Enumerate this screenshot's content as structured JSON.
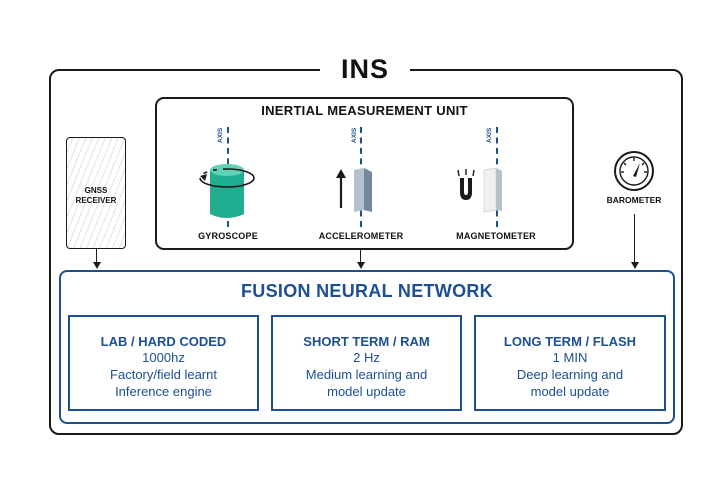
{
  "ins": {
    "title": "INS"
  },
  "imu": {
    "title": "INERTIAL MEASUREMENT UNIT",
    "axis_label": "AXIS",
    "sensors": [
      {
        "label": "GYROSCOPE",
        "icon": "gyroscope-icon"
      },
      {
        "label": "ACCELEROMETER",
        "icon": "accelerometer-icon"
      },
      {
        "label": "MAGNETOMETER",
        "icon": "magnetometer-icon"
      }
    ]
  },
  "gnss": {
    "line1": "GNSS",
    "line2": "RECEIVER"
  },
  "barometer": {
    "label": "BAROMETER",
    "icon": "gauge-icon"
  },
  "fusion": {
    "title": "FUSION NEURAL NETWORK",
    "boxes": [
      {
        "title": "LAB / HARD CODED",
        "line1": "1000hz",
        "line2": "Factory/field learnt",
        "line3": "Inference engine"
      },
      {
        "title": "SHORT TERM / RAM",
        "line1": "2 Hz",
        "line2": "Medium learning and",
        "line3": "model update"
      },
      {
        "title": "LONG TERM / FLASH",
        "line1": "1 MIN",
        "line2": "Deep learning and",
        "line3": "model update"
      }
    ]
  },
  "colors": {
    "accent": "#1d4f91",
    "gyro": "#1fae8f",
    "accel": "#8393a9",
    "magnet": "#d9dde1",
    "outline": "#1a1a1a"
  }
}
